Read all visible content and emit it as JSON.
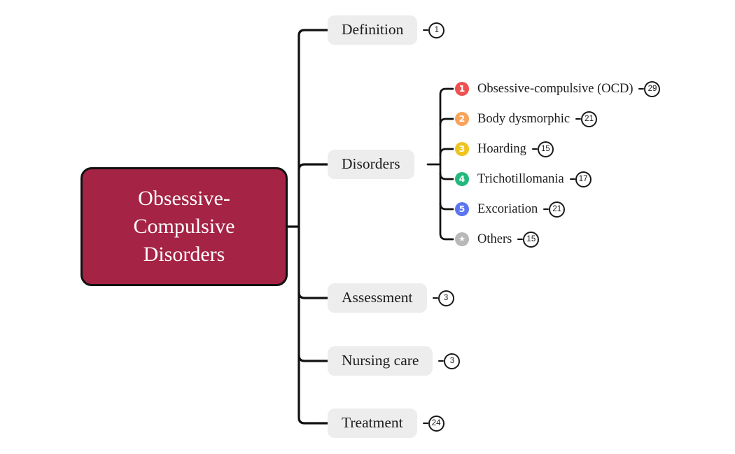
{
  "colors": {
    "root_bg": "#a52344",
    "branch_bg": "#ededed",
    "line": "#111111"
  },
  "root": {
    "label": "Obsessive-Compulsive Disorders",
    "lines": [
      "Obsessive-",
      "Compulsive",
      "Disorders"
    ]
  },
  "branches": [
    {
      "label": "Definition",
      "count": "1"
    },
    {
      "label": "Disorders",
      "count": ""
    },
    {
      "label": "Assessment",
      "count": "3"
    },
    {
      "label": "Nursing care",
      "count": "3"
    },
    {
      "label": "Treatment",
      "count": "24"
    }
  ],
  "disorders_children": [
    {
      "marker": "1",
      "marker_color": "#ef5152",
      "label": "Obsessive-compulsive (OCD)",
      "count": "29"
    },
    {
      "marker": "2",
      "marker_color": "#f9a35a",
      "label": "Body dysmorphic",
      "count": "21"
    },
    {
      "marker": "3",
      "marker_color": "#eec41f",
      "label": "Hoarding",
      "count": "15"
    },
    {
      "marker": "4",
      "marker_color": "#23b97e",
      "label": "Trichotillomania",
      "count": "17"
    },
    {
      "marker": "5",
      "marker_color": "#5b76f0",
      "label": "Excoriation",
      "count": "21"
    },
    {
      "marker": "★",
      "marker_color": "#b8b8b8",
      "label": "Others",
      "count": "15"
    }
  ]
}
